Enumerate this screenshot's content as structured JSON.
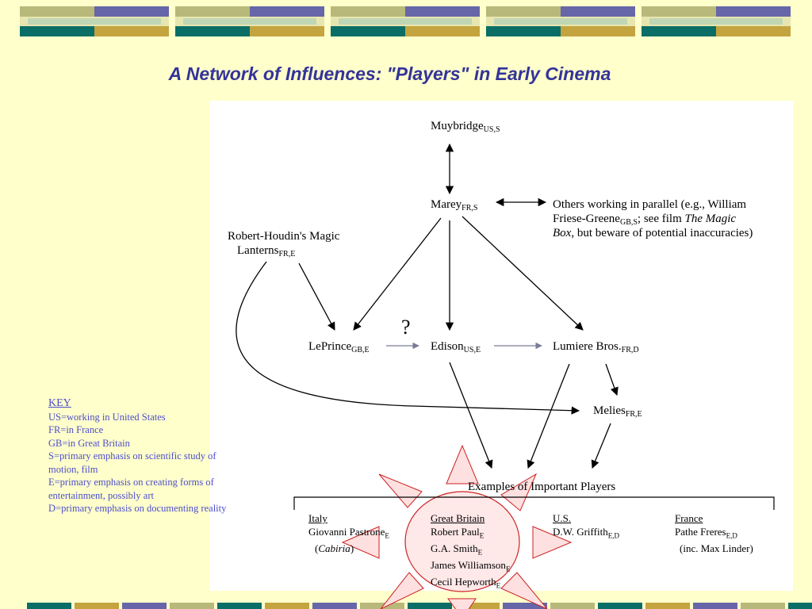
{
  "title": "A Network of Influences: \"Players\" in Early Cinema",
  "colors": {
    "background": "#ffffcc",
    "title": "#333399",
    "key_text": "#4d4dcc",
    "sun_stroke": "#cc2222",
    "sun_fill": "#ffe0e0",
    "arrow_gray": "#7a7a99",
    "band_olive": "#b8b87a",
    "band_purple": "#6666a8",
    "band_teal": "#0a6e66",
    "band_gold": "#c4a43e",
    "band_light": "#e8e6b0"
  },
  "nodes": {
    "muybridge": {
      "name": "Muybridge",
      "sub": "US,S"
    },
    "marey": {
      "name": "Marey",
      "sub": "FR,S"
    },
    "others": {
      "line1": "Others working in parallel (e.g., William",
      "line2a": "Friese-Greene",
      "line2sub": "GB,S",
      "line2b": "; see film ",
      "line2it": "The Magic",
      "line3it": "Box",
      "line3b": ", but beware of potential inaccuracies)"
    },
    "robert_houdin": {
      "line1": "Robert-Houdin's Magic",
      "line2": "Lanterns",
      "sub": "FR,E"
    },
    "leprince": {
      "name": "LePrince",
      "sub": "GB,E"
    },
    "edison": {
      "name": "Edison",
      "sub": "US,E"
    },
    "lumiere": {
      "name": "Lumiere Bros.",
      "sub": "FR,D"
    },
    "melies": {
      "name": "Melies",
      "sub": "FR,E"
    },
    "question_mark": "?"
  },
  "key": {
    "title": "KEY",
    "items": [
      "US=working in United States",
      "FR=in France",
      "GB=in Great Britain",
      "S=primary emphasis on scientific study of motion, film",
      "E=primary emphasis on creating forms of entertainment, possibly art",
      "D=primary emphasis on documenting reality"
    ]
  },
  "examples": {
    "title": "Examples of Important Players",
    "italy": {
      "heading": "Italy",
      "p1": "Giovanni Pastrone",
      "p1sub": "E",
      "p2open": "(",
      "p2it": "Cabiria",
      "p2close": ")"
    },
    "great_britain": {
      "heading": "Great Britain",
      "players": [
        {
          "name": "Robert Paul",
          "sub": "E"
        },
        {
          "name": "G.A. Smith",
          "sub": "E"
        },
        {
          "name": "James Williamson",
          "sub": "E"
        },
        {
          "name": "Cecil Hepworth",
          "sub": "E"
        }
      ]
    },
    "us": {
      "heading": "U.S.",
      "p1": "D.W. Griffith",
      "p1sub": "E,D"
    },
    "france": {
      "heading": "France",
      "p1": "Pathe Freres",
      "p1sub": "E,D",
      "p2": "(inc. Max Linder)"
    }
  }
}
